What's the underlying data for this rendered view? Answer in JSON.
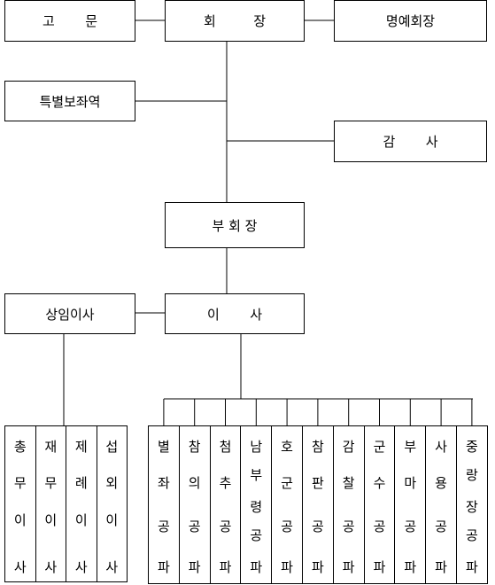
{
  "chart_data": {
    "type": "org-chart",
    "nodes": {
      "advisor": [
        "고",
        "문"
      ],
      "chairman": [
        "회",
        "장"
      ],
      "honorary_chairman": "명예회장",
      "special_aide": "특별보좌역",
      "auditor": [
        "감",
        "사"
      ],
      "vice_chairman": "부 회 장",
      "standing_director": "상임이사",
      "director": [
        "이",
        "사"
      ]
    },
    "left_group": [
      [
        "총",
        "무",
        "이",
        "사"
      ],
      [
        "재",
        "무",
        "이",
        "사"
      ],
      [
        "제",
        "례",
        "이",
        "사"
      ],
      [
        "섭",
        "외",
        "이",
        "사"
      ]
    ],
    "right_group": [
      [
        "별",
        "좌",
        "공",
        "파"
      ],
      [
        "참",
        "의",
        "공",
        "파"
      ],
      [
        "첨",
        "추",
        "공",
        "파"
      ],
      [
        "남",
        "부",
        "령",
        "공",
        "파"
      ],
      [
        "호",
        "군",
        "공",
        "파"
      ],
      [
        "참",
        "판",
        "공",
        "파"
      ],
      [
        "감",
        "찰",
        "공",
        "파"
      ],
      [
        "군",
        "수",
        "공",
        "파"
      ],
      [
        "부",
        "마",
        "공",
        "파"
      ],
      [
        "사",
        "용",
        "공",
        "파"
      ],
      [
        "중",
        "랑",
        "장",
        "공",
        "파"
      ]
    ]
  }
}
